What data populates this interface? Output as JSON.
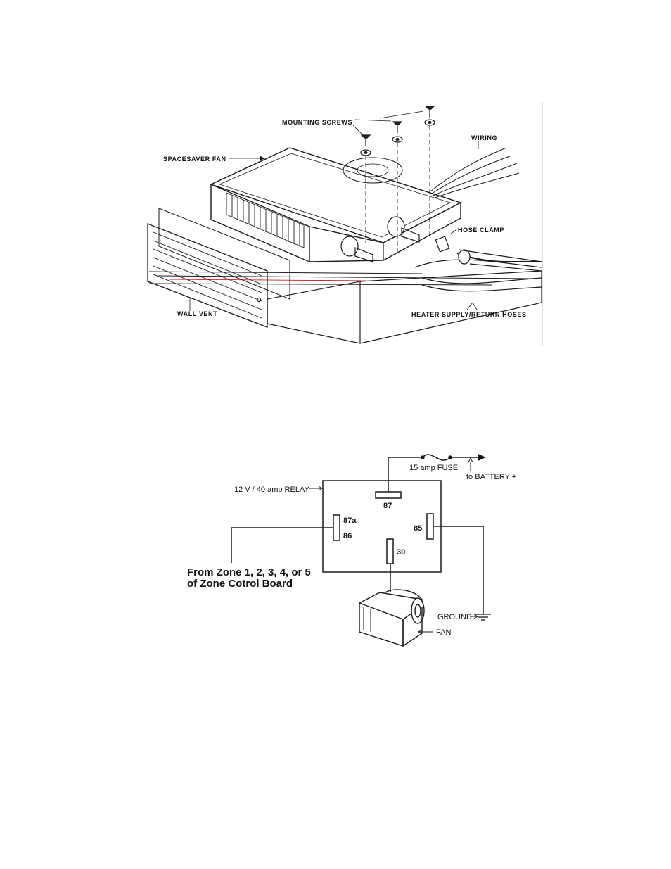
{
  "installation_diagram": {
    "labels": {
      "mounting_screws": "MOUNTING SCREWS",
      "wiring": "WIRING",
      "spacesaver_fan": "SPACESAVER FAN",
      "hose_clamp": "HOSE CLAMP",
      "wall_vent": "WALL VENT",
      "heater_hoses": "HEATER SUPPLY/RETURN HOSES"
    }
  },
  "relay_diagram": {
    "labels": {
      "fuse": "15 amp FUSE",
      "battery": "to BATTERY +",
      "relay": "12 V / 40 amp RELAY",
      "ground": "GROUND",
      "fan": "FAN",
      "source_line1": "From Zone 1, 2, 3, 4, or 5",
      "source_line2": "of Zone Cotrol Board"
    },
    "pins": {
      "p87": "87",
      "p87a": "87a",
      "p86": "86",
      "p85": "85",
      "p30": "30"
    }
  }
}
